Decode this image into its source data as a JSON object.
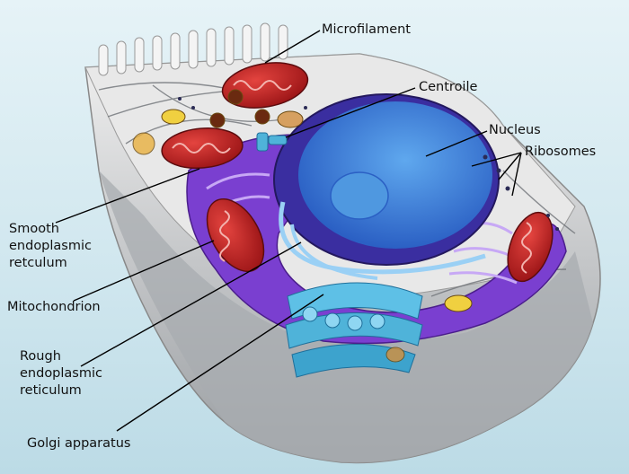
{
  "labels": {
    "microfilament": "Microfilament",
    "centroile": "Centroile",
    "nucleus": "Nucleus",
    "ribosomes": "Ribosomes",
    "smooth_er": "Smooth\nendoplasmic\nretculum",
    "mitochondrion": "Mitochondrion",
    "rough_er": "Rough\nendoplasmic\nreticulum",
    "golgi": "Golgi apparatus"
  },
  "colors": {
    "background": "#d6ebf1",
    "cytoplasm": "#c9c9c9",
    "nucleus": "#2a5fc8",
    "er": "#7a3fd0",
    "mitochondria": "#c8242a",
    "golgi": "#4fb3d9",
    "vesicle": "#e0b020"
  }
}
